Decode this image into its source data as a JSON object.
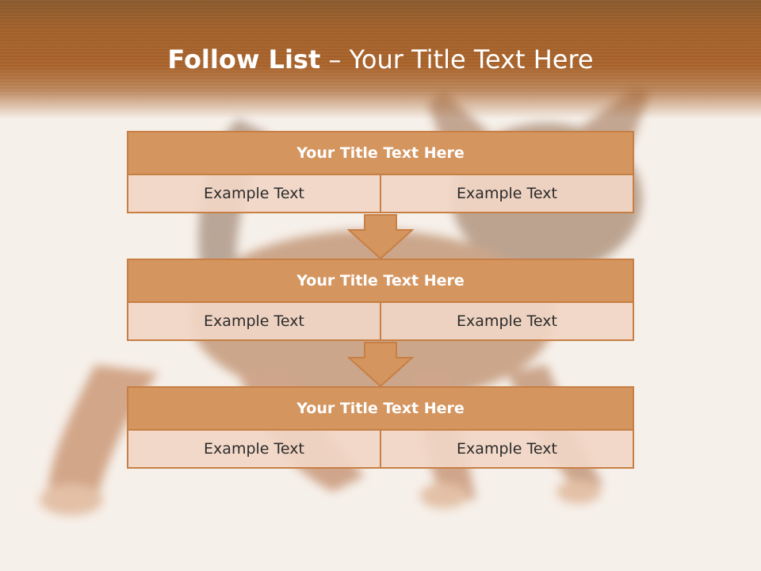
{
  "slide": {
    "title_bold": "Follow List",
    "title_rest": " – Your Title Text Here"
  },
  "blocks": [
    {
      "title": "Your Title Text Here",
      "left": "Example Text",
      "right": "Example Text"
    },
    {
      "title": "Your Title Text Here",
      "left": "Example Text",
      "right": "Example Text"
    },
    {
      "title": "Your Title Text Here",
      "left": "Example Text",
      "right": "Example Text"
    }
  ],
  "colors": {
    "header": "#a9632b",
    "block_title_fill": "#d4955f",
    "block_border": "#c77f45",
    "block_row_fill": "#f1d6c6",
    "arrow_fill": "#d4955f"
  },
  "icons": {
    "arrow": "down-arrow-icon",
    "background": "kitten-photo"
  }
}
